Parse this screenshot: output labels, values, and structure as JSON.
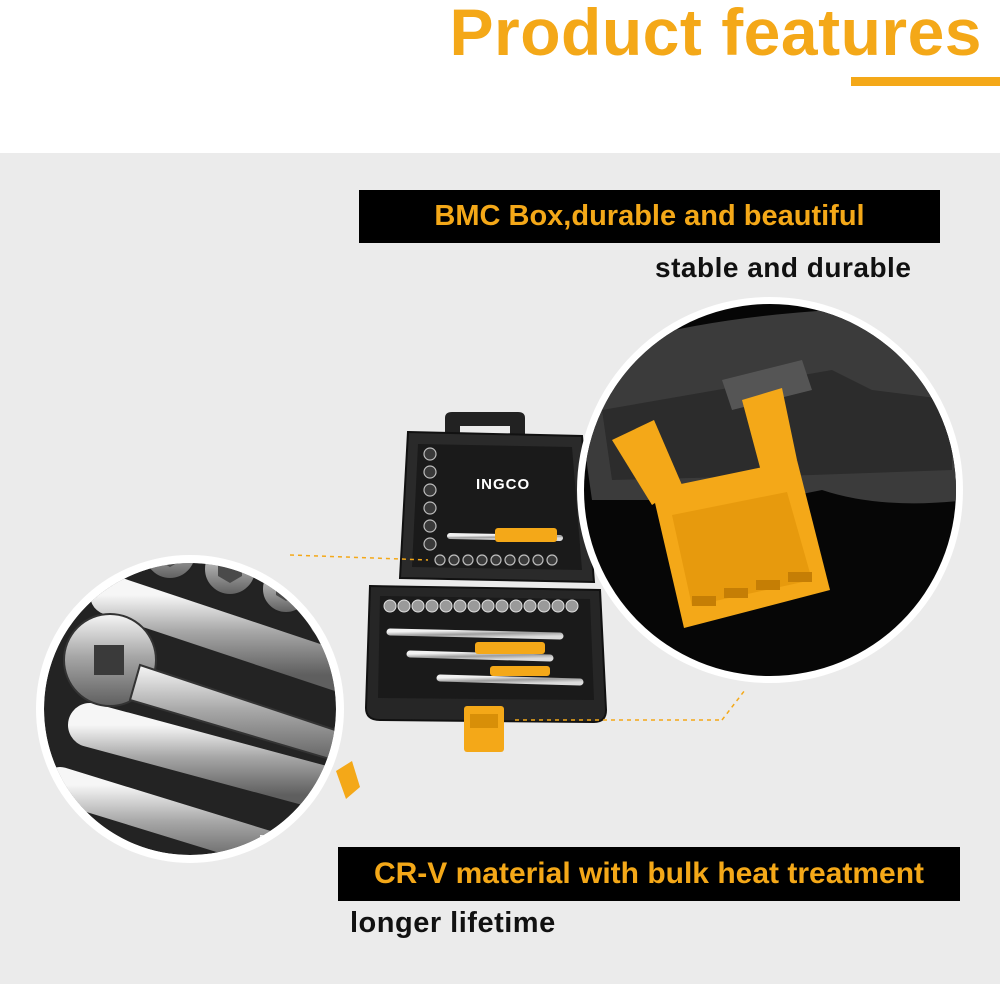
{
  "header": {
    "title": "Product features"
  },
  "product": {
    "brand_logo": "INGCO"
  },
  "features": [
    {
      "heading": "BMC Box,durable and beautiful",
      "subtext": "stable and durable"
    },
    {
      "heading": "CR-V material with bulk heat treatment",
      "subtext": "longer lifetime"
    }
  ],
  "colors": {
    "accent": "#f4a818",
    "banner_bg": "#000000",
    "panel_bg": "#ebebeb",
    "case_body": "#1c1c1c"
  },
  "icons": [
    "toolbox-case-image",
    "ratchet-closeup-image",
    "latch-closeup-image"
  ]
}
